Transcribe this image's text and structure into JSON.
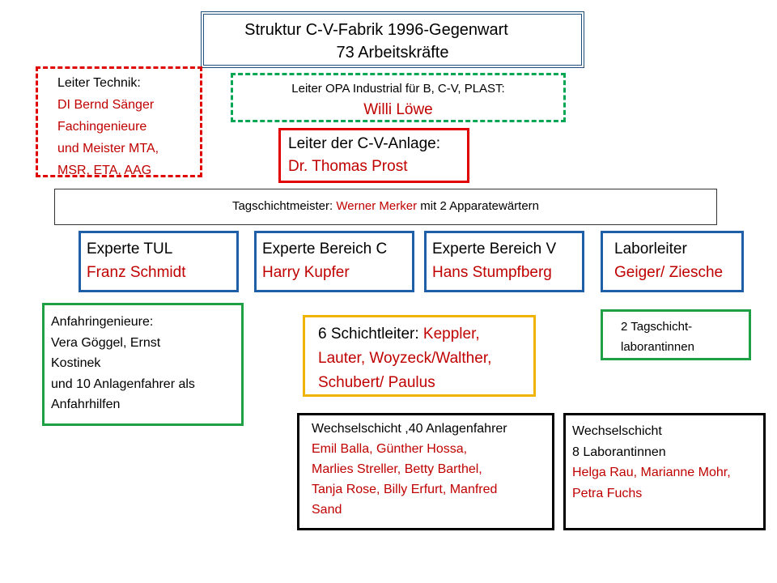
{
  "title": {
    "line1": "Struktur C-V-Fabrik 1996-Gegenwart",
    "line2": "73 Arbeitskräfte"
  },
  "leiter_technik": {
    "label": "Leiter Technik:",
    "lines": [
      "DI Bernd Sänger",
      "Fachingenieure",
      "und Meister MTA,",
      "MSR, ETA, AAG"
    ]
  },
  "leiter_opa": {
    "label": "Leiter OPA Industrial für B, C-V, PLAST:",
    "name": "Willi Löwe"
  },
  "leiter_anlage": {
    "label": "Leiter der C-V-Anlage:",
    "name": "Dr. Thomas Prost"
  },
  "tagschichtmeister": {
    "prefix": "Tagschichtmeister: ",
    "name": "Werner Merker",
    "suffix": " mit 2 Apparatewärtern"
  },
  "experts": [
    {
      "role": "Experte TUL",
      "name": "Franz Schmidt"
    },
    {
      "role": "Experte Bereich C",
      "name": "Harry Kupfer"
    },
    {
      "role": "Experte Bereich V",
      "name": "Hans Stumpfberg"
    },
    {
      "role": "Laborleiter",
      "name": "Geiger/ Ziesche"
    }
  ],
  "anfahr": {
    "lines": [
      "Anfahringenieure:",
      "Vera Göggel, Ernst",
      "Kostinek",
      "und 10 Anlagenfahrer als",
      "Anfahrhilfen"
    ]
  },
  "schichtleiter": {
    "label": "6 Schichtleiter: ",
    "name_line1": "Keppler,",
    "name_line2": "Lauter, Woyzeck/Walther,",
    "name_line3": "Schubert/ Paulus"
  },
  "tagschicht_labor": {
    "line1": "2 Tagschicht-",
    "line2": "laborantinnen"
  },
  "wechsel_anlage": {
    "label": "Wechselschicht ,40 Anlagenfahrer",
    "names": [
      "Emil Balla, Günther Hossa,",
      "Marlies Streller, Betty Barthel,",
      "Tanja Rose, Billy Erfurt, Manfred",
      "Sand"
    ]
  },
  "wechsel_labor": {
    "label1": "Wechselschicht",
    "label2": "8 Laborantinnen",
    "names": [
      "Helga Rau, Marianne Mohr,",
      "Petra Fuchs"
    ]
  },
  "colors": {
    "name_text": "#c00000",
    "title_border": "#1f4e79",
    "technik_border": "#e00000",
    "opa_border": "#00a651",
    "anlage_border": "#e00000",
    "expert_border": "#1f5fa8",
    "green_border": "#1fa044",
    "schicht_border": "#f0b400"
  }
}
